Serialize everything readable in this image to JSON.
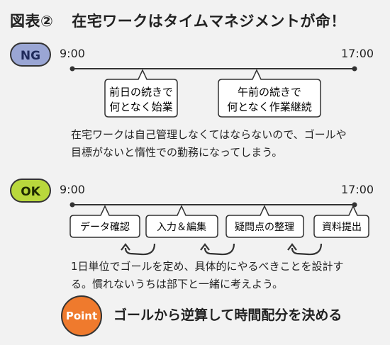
{
  "title": {
    "figure": "図表②",
    "heading": "在宅ワークはタイムマネジメントが命！"
  },
  "ng": {
    "badge": "NG",
    "start_time": "9:00",
    "end_time": "17:00",
    "callouts": [
      {
        "lines": [
          "前日の続きで",
          "何となく始業"
        ]
      },
      {
        "lines": [
          "午前の続きで",
          "何となく作業継続"
        ]
      }
    ],
    "description": [
      "在宅ワークは自己管理しなくてはならないので、ゴールや",
      "目標がないと惰性での勤務になってしまう。"
    ]
  },
  "ok": {
    "badge": "OK",
    "start_time": "9:00",
    "end_time": "17:00",
    "tasks": [
      {
        "label": "データ確認"
      },
      {
        "label": "入力＆編集"
      },
      {
        "label": "疑問点の整理"
      },
      {
        "label": "資料提出"
      }
    ],
    "description": [
      "1日単位でゴールを定め、具体的にやるべきことを設計す",
      "る。慣れないうちは部下と一緒に考えよう。"
    ]
  },
  "point": {
    "badge": "Point",
    "text": "ゴールから逆算して時間配分を決める"
  },
  "colors": {
    "ng": "#9aa6d4",
    "ok": "#b9d83c",
    "point": "#ef7a2d",
    "line": "#333333"
  }
}
